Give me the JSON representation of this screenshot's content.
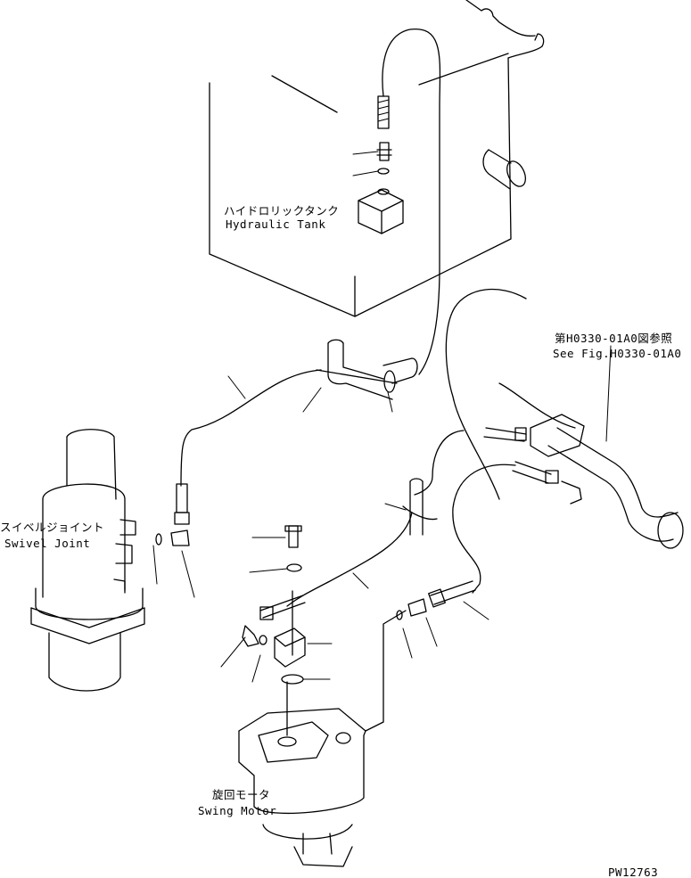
{
  "labels": {
    "tank_jp": "ハイドロリックタンク",
    "tank_en": "Hydraulic Tank",
    "ref_jp": "第H0330-01A0図参照",
    "ref_en": "See Fig.H0330-01A0",
    "swivel_jp": "スイベルジョイント",
    "swivel_en": "Swivel Joint",
    "motor_jp": "旋回モータ",
    "motor_en": "Swing Motor",
    "drawing_no": "PW12763"
  }
}
